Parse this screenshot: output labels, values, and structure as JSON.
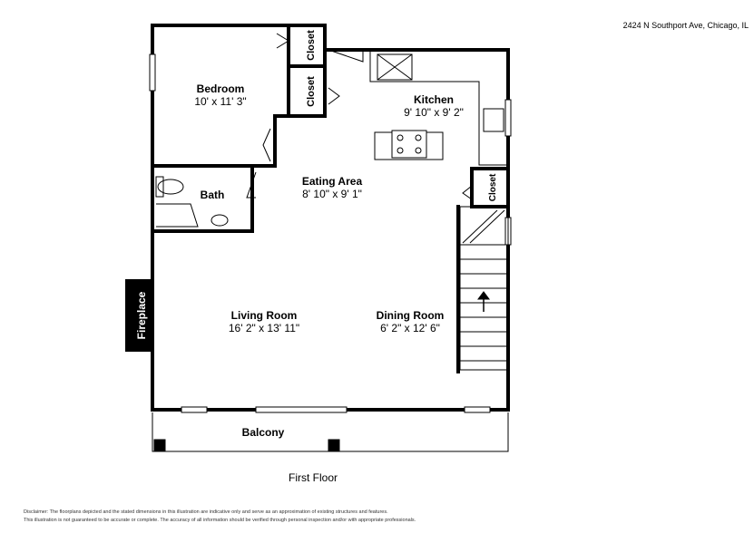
{
  "address": "2424 N Southport Ave, Chicago, IL",
  "floor_label": "First Floor",
  "rooms": {
    "bedroom": {
      "name": "Bedroom",
      "dims": "10' x 11' 3\""
    },
    "kitchen": {
      "name": "Kitchen",
      "dims": "9' 10\" x 9' 2\""
    },
    "eating": {
      "name": "Eating Area",
      "dims": "8' 10\" x 9' 1\""
    },
    "bath": {
      "name": "Bath"
    },
    "living": {
      "name": "Living Room",
      "dims": "16' 2\" x 13' 11\""
    },
    "dining": {
      "name": "Dining Room",
      "dims": "6' 2\" x 12' 6\""
    },
    "balcony": {
      "name": "Balcony"
    }
  },
  "closet_label": "Closet",
  "fireplace_label": "Fireplace",
  "disclaimer": {
    "line1": "Disclaimer: The floorplans depicted and the stated dimensions in this illustration are indicative only and serve as an approximation of existing structures and features.",
    "line2": "This illustration is not guaranteed to be accurate or complete. The accuracy of all information should be verified through personal inspection and/or with appropriate professionals."
  }
}
